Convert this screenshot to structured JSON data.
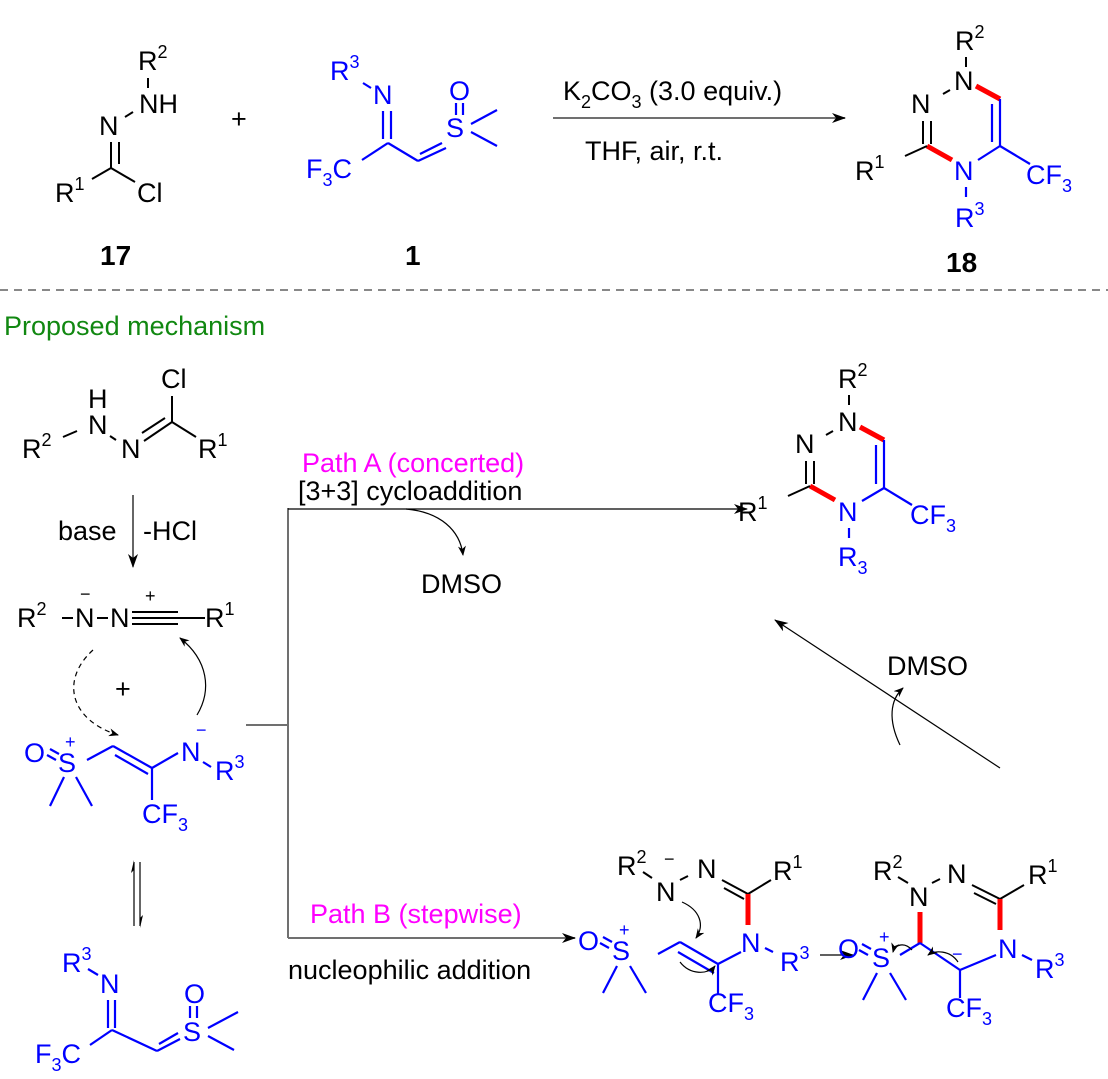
{
  "colors": {
    "reagent_blue": "#0000ff",
    "new_bond_red": "#ff0000",
    "path_label_magenta": "#ff00ff",
    "section_label_green": "#118811"
  },
  "top_scheme": {
    "compound_17": {
      "label": "17",
      "r1": "R",
      "r1_sup": "1",
      "r2": "R",
      "r2_sup": "2",
      "nh": "NH",
      "n": "N",
      "cl": "Cl"
    },
    "plus": "+",
    "compound_1": {
      "label": "1",
      "r3": "R",
      "r3_sup": "3",
      "n": "N",
      "o": "O",
      "s": "S",
      "f3c_f": "F",
      "f3c_sub": "3",
      "f3c_c": "C"
    },
    "conditions": {
      "reagent_k": "K",
      "reagent_k_sub": "2",
      "reagent_co": "CO",
      "reagent_co_sub": "3",
      "reagent_equiv": " (3.0 equiv.)",
      "solvent": "THF, air, r.t."
    },
    "compound_18": {
      "label": "18",
      "r1": "R",
      "r1_sup": "1",
      "r2": "R",
      "r2_sup": "2",
      "r3": "R",
      "r3_sup": "3",
      "n": "N",
      "cf3_c": "CF",
      "cf3_sub": "3"
    }
  },
  "mechanism": {
    "title": "Proposed mechanism",
    "start": {
      "h": "H",
      "n": "N",
      "cl": "Cl",
      "r1": "R",
      "r1_sup": "1",
      "r2": "R",
      "r2_sup": "2"
    },
    "step1": {
      "left": "base",
      "right": "-HCl"
    },
    "nitrile_imine": {
      "r2": "R",
      "r2_sup": "2",
      "n": "N",
      "minus": "−",
      "plus": "+",
      "r1": "R",
      "r1_sup": "1"
    },
    "plus": "+",
    "ylide_anion": {
      "o": "O",
      "s": "S",
      "plus": "+",
      "n": "N",
      "minus": "−",
      "r3": "R",
      "r3_sup": "3",
      "cf3": "CF",
      "cf3_sub": "3"
    },
    "imine_ylide": {
      "r3": "R",
      "r3_sup": "3",
      "n": "N",
      "o": "O",
      "s": "S",
      "f3c_f": "F",
      "f3c_sub": "3",
      "f3c_c": "C"
    },
    "path_a": {
      "title": "Path A (concerted)",
      "subtitle": "[3+3] cycloaddition",
      "byproduct": "DMSO"
    },
    "product": {
      "r1": "R",
      "r1_sup": "1",
      "r2": "R",
      "r2_sup": "2",
      "n": "N",
      "r3": "R",
      "r3_sub": "3",
      "cf3": "CF",
      "cf3_sub": "3"
    },
    "path_b": {
      "title": "Path B (stepwise)",
      "subtitle": "nucleophilic addition",
      "byproduct": "DMSO"
    },
    "intermediate_1": {
      "r2": "R",
      "r2_sup": "2",
      "n": "N",
      "minus": "−",
      "r1": "R",
      "r1_sup": "1",
      "o": "O",
      "s": "S",
      "plus": "+",
      "r3": "R",
      "r3_sup": "3",
      "cf3": "CF",
      "cf3_sub": "3"
    },
    "intermediate_2": {
      "r2": "R",
      "r2_sup": "2",
      "n": "N",
      "r1": "R",
      "r1_sup": "1",
      "o": "O",
      "s": "S",
      "plus": "+",
      "minus": "−",
      "r3": "R",
      "r3_sup": "3",
      "cf3": "CF",
      "cf3_sub": "3"
    }
  }
}
